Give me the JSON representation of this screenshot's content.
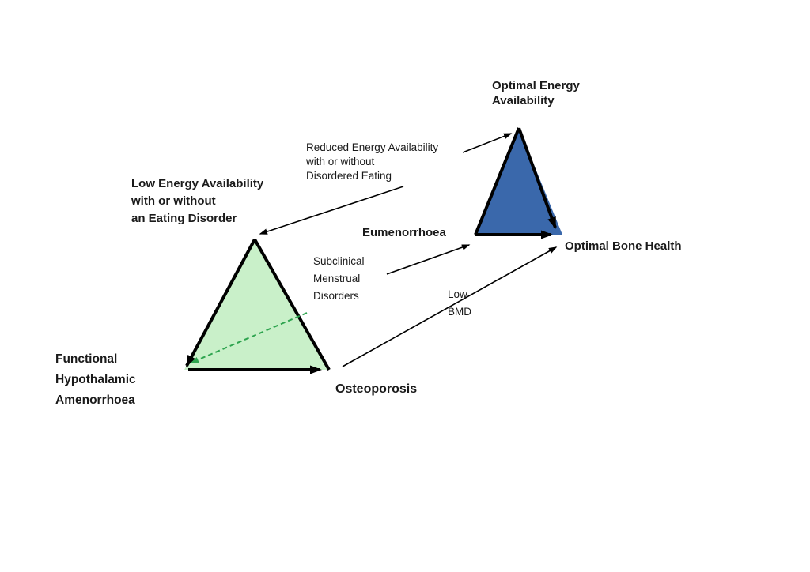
{
  "colors": {
    "healthy_triangle_fill": "#3a68ab",
    "pathology_triangle_fill": "#c9f0c9",
    "dashed_arrow": "#2ea44f"
  },
  "healthy_triangle": {
    "apex_label": "Optimal Energy\nAvailability",
    "left_vertex_label": "Eumenorrhoea",
    "right_vertex_label": "Optimal Bone Health"
  },
  "pathology_triangle": {
    "apex_label": "Low Energy Availability\nwith or without\nan Eating Disorder",
    "left_vertex_label": "Functional\nHypothalamic\nAmenorrhoea",
    "right_vertex_label": "Osteoporosis"
  },
  "transition_labels": {
    "energy_availability": "Reduced Energy Availability\nwith or without\nDisordered Eating",
    "menstrual_function": "Subclinical\nMenstrual\nDisorders",
    "bone_health": "Low\nBMD"
  }
}
